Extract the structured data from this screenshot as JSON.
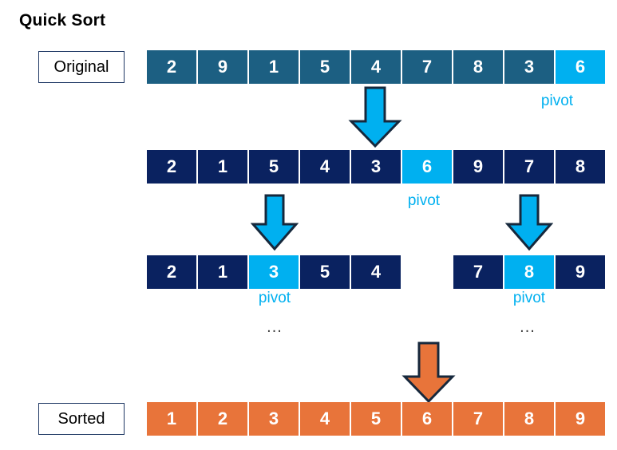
{
  "title": "Quick Sort",
  "labels": {
    "original": "Original",
    "sorted": "Sorted",
    "pivot": "pivot",
    "ellipsis": "..."
  },
  "colors": {
    "steel_blue": "#1C5F82",
    "navy": "#0A2260",
    "cyan_pivot": "#00B0F0",
    "orange": "#E8743A",
    "outline": "#1F3864",
    "text_on_cell": "#FFFFFF"
  },
  "rows": [
    {
      "name": "original-array",
      "label": "Original",
      "cells": [
        {
          "value": "2",
          "color": "steel"
        },
        {
          "value": "9",
          "color": "steel"
        },
        {
          "value": "1",
          "color": "steel"
        },
        {
          "value": "5",
          "color": "steel"
        },
        {
          "value": "4",
          "color": "steel"
        },
        {
          "value": "7",
          "color": "steel"
        },
        {
          "value": "8",
          "color": "steel"
        },
        {
          "value": "3",
          "color": "steel"
        },
        {
          "value": "6",
          "color": "cyan"
        }
      ],
      "pivot_index": 8,
      "pivot_value": "6"
    },
    {
      "name": "partition-1-array",
      "cells": [
        {
          "value": "2",
          "color": "navy"
        },
        {
          "value": "1",
          "color": "navy"
        },
        {
          "value": "5",
          "color": "navy"
        },
        {
          "value": "4",
          "color": "navy"
        },
        {
          "value": "3",
          "color": "navy"
        },
        {
          "value": "6",
          "color": "cyan"
        },
        {
          "value": "9",
          "color": "navy"
        },
        {
          "value": "7",
          "color": "navy"
        },
        {
          "value": "8",
          "color": "navy"
        }
      ],
      "pivot_index": 5,
      "pivot_value": "6"
    },
    {
      "name": "partition-2-left-array",
      "cells": [
        {
          "value": "2",
          "color": "navy"
        },
        {
          "value": "1",
          "color": "navy"
        },
        {
          "value": "3",
          "color": "cyan"
        },
        {
          "value": "5",
          "color": "navy"
        },
        {
          "value": "4",
          "color": "navy"
        }
      ],
      "pivot_index": 2,
      "pivot_value": "3"
    },
    {
      "name": "partition-2-right-array",
      "cells": [
        {
          "value": "7",
          "color": "navy"
        },
        {
          "value": "8",
          "color": "cyan"
        },
        {
          "value": "9",
          "color": "navy"
        }
      ],
      "pivot_index": 1,
      "pivot_value": "8"
    },
    {
      "name": "sorted-array",
      "label": "Sorted",
      "cells": [
        {
          "value": "1",
          "color": "orange"
        },
        {
          "value": "2",
          "color": "orange"
        },
        {
          "value": "3",
          "color": "orange"
        },
        {
          "value": "4",
          "color": "orange"
        },
        {
          "value": "5",
          "color": "orange"
        },
        {
          "value": "6",
          "color": "orange"
        },
        {
          "value": "7",
          "color": "orange"
        },
        {
          "value": "8",
          "color": "orange"
        },
        {
          "value": "9",
          "color": "orange"
        }
      ]
    }
  ],
  "arrows": [
    {
      "name": "arrow-original-to-partition1",
      "color": "#00B0F0"
    },
    {
      "name": "arrow-partition1-to-left",
      "color": "#00B0F0"
    },
    {
      "name": "arrow-partition1-to-right",
      "color": "#00B0F0"
    },
    {
      "name": "arrow-to-sorted",
      "color": "#E8743A"
    }
  ]
}
